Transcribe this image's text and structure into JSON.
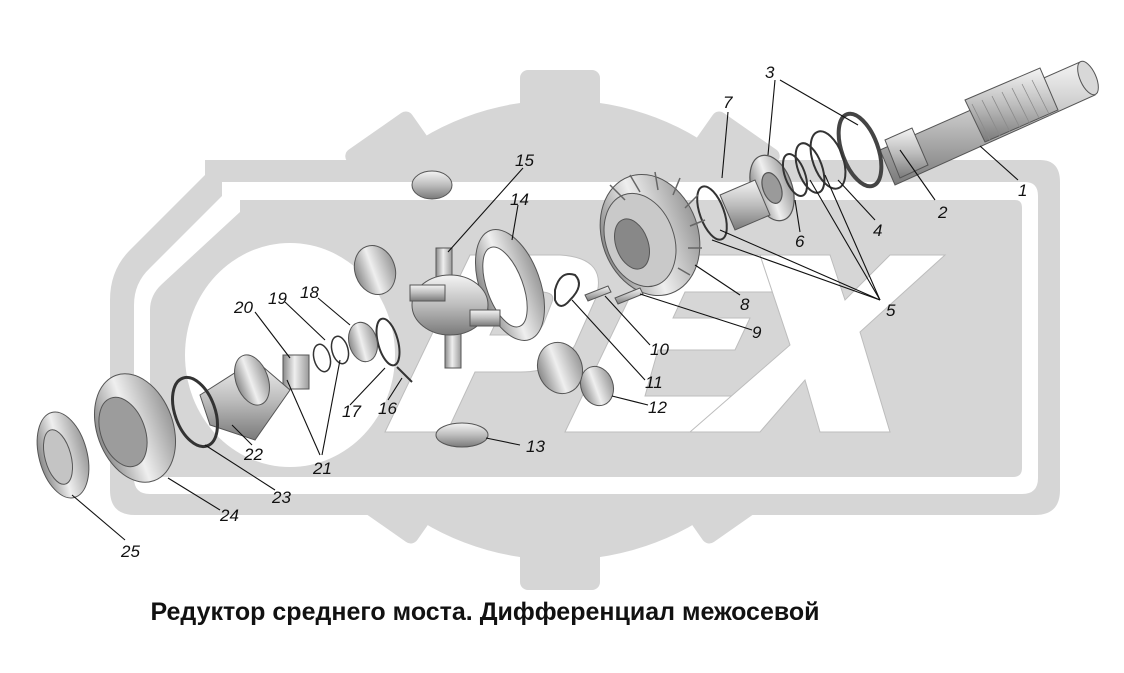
{
  "caption": "Редуктор среднего моста. Дифференциал межосевой",
  "watermark": {
    "letters": "РЕХ"
  },
  "colors": {
    "watermark": "#d6d6d6",
    "text": "#111111",
    "metal_light": "#e8e8e8",
    "metal_mid": "#b9b9b9",
    "metal_dark": "#7d7d7d"
  },
  "callouts": [
    "1",
    "2",
    "3",
    "4",
    "5",
    "6",
    "7",
    "8",
    "9",
    "10",
    "11",
    "12",
    "13",
    "14",
    "15",
    "16",
    "17",
    "18",
    "19",
    "20",
    "21",
    "22",
    "23",
    "24",
    "25"
  ]
}
